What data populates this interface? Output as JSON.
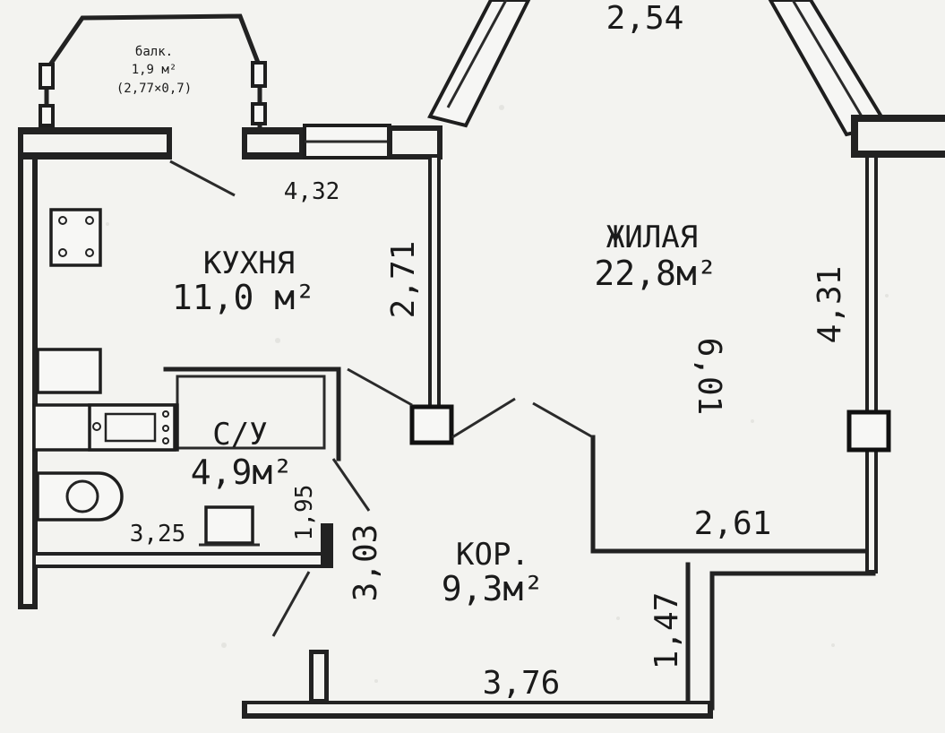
{
  "balcony": {
    "name": "балк.",
    "area": "1,9 м²",
    "size": "(2,77×0,7)"
  },
  "kitchen": {
    "name": "КУХНЯ",
    "area": "11,0 м²"
  },
  "living": {
    "name": "ЖИЛАЯ",
    "area": "22,8м²"
  },
  "bathroom": {
    "name": "С/У",
    "area": "4,9м²"
  },
  "corridor": {
    "name": "КОР.",
    "area": "9,3м²"
  },
  "dimensions": {
    "top_living": "2,54",
    "kitchen_width": "4,32",
    "kitchen_depth": "2,71",
    "living_left": "6,01",
    "living_right": "4,31",
    "living_bottom": "2,61",
    "bath_width": "3,25",
    "bath_height": "1,95",
    "corridor_diag": "3,03",
    "corridor_step": "1,47",
    "corridor_bottom": "3,76"
  }
}
